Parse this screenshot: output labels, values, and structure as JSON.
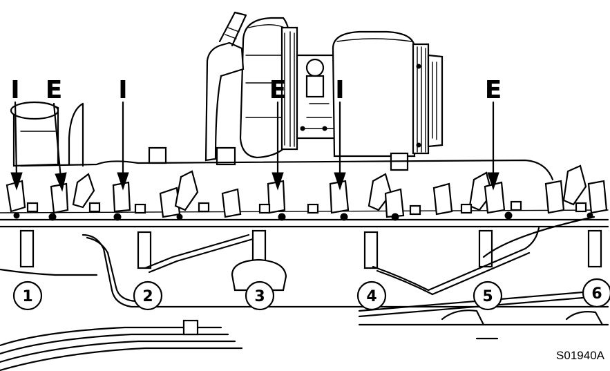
{
  "valve_labels": [
    {
      "text": "I"
    },
    {
      "text": "E"
    },
    {
      "text": "I"
    },
    {
      "text": "E"
    },
    {
      "text": "I"
    },
    {
      "text": "E"
    }
  ],
  "cylinders": [
    "1",
    "2",
    "3",
    "4",
    "5",
    "6"
  ],
  "figure_code": "S01940A"
}
